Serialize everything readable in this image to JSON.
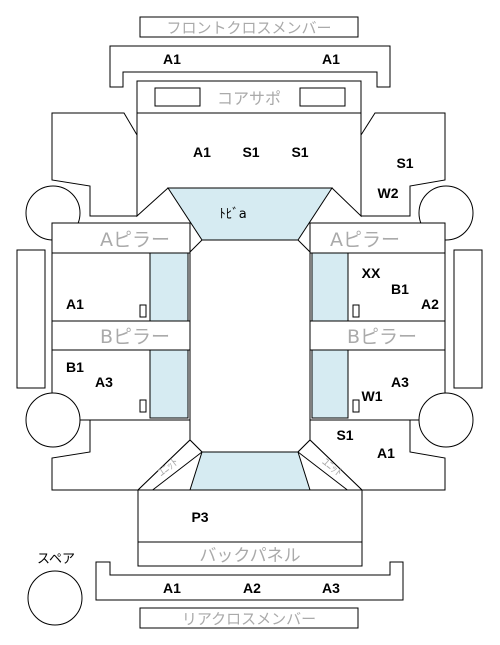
{
  "labels": {
    "front_cross_member": "フロントクロスメンバー",
    "core_support": "コアサポ",
    "a_pillar_left": "Aピラー",
    "a_pillar_right": "Aピラー",
    "b_pillar_left": "Bピラー",
    "b_pillar_right": "Bピラー",
    "dash": "ﾄﾋﾞa",
    "uni_left": "ﾕﾆｯﾄ",
    "uni_right": "ﾕﾆｯﾄ",
    "back_panel": "バックパネル",
    "rear_cross_member": "リアクロスメンバー",
    "spare": "スペア"
  },
  "codes": {
    "front_left": "A1",
    "front_right": "A1",
    "hood_1": "A1",
    "hood_2": "S1",
    "hood_3": "S1",
    "right_fender_s": "S1",
    "right_fender_w": "W2",
    "right_front_xx": "XX",
    "right_front_b": "B1",
    "right_front_a": "A2",
    "left_front_a": "A1",
    "left_rear_b": "B1",
    "left_rear_a": "A3",
    "right_rear_a": "A3",
    "right_rear_w": "W1",
    "right_quarter_s": "S1",
    "right_quarter_a": "A1",
    "trunk": "P3",
    "rear_1": "A1",
    "rear_2": "A2",
    "rear_3": "A3"
  },
  "colors": {
    "glass": "#d6ebf2",
    "label_gray": "#aaaaaa",
    "line": "#000000"
  }
}
